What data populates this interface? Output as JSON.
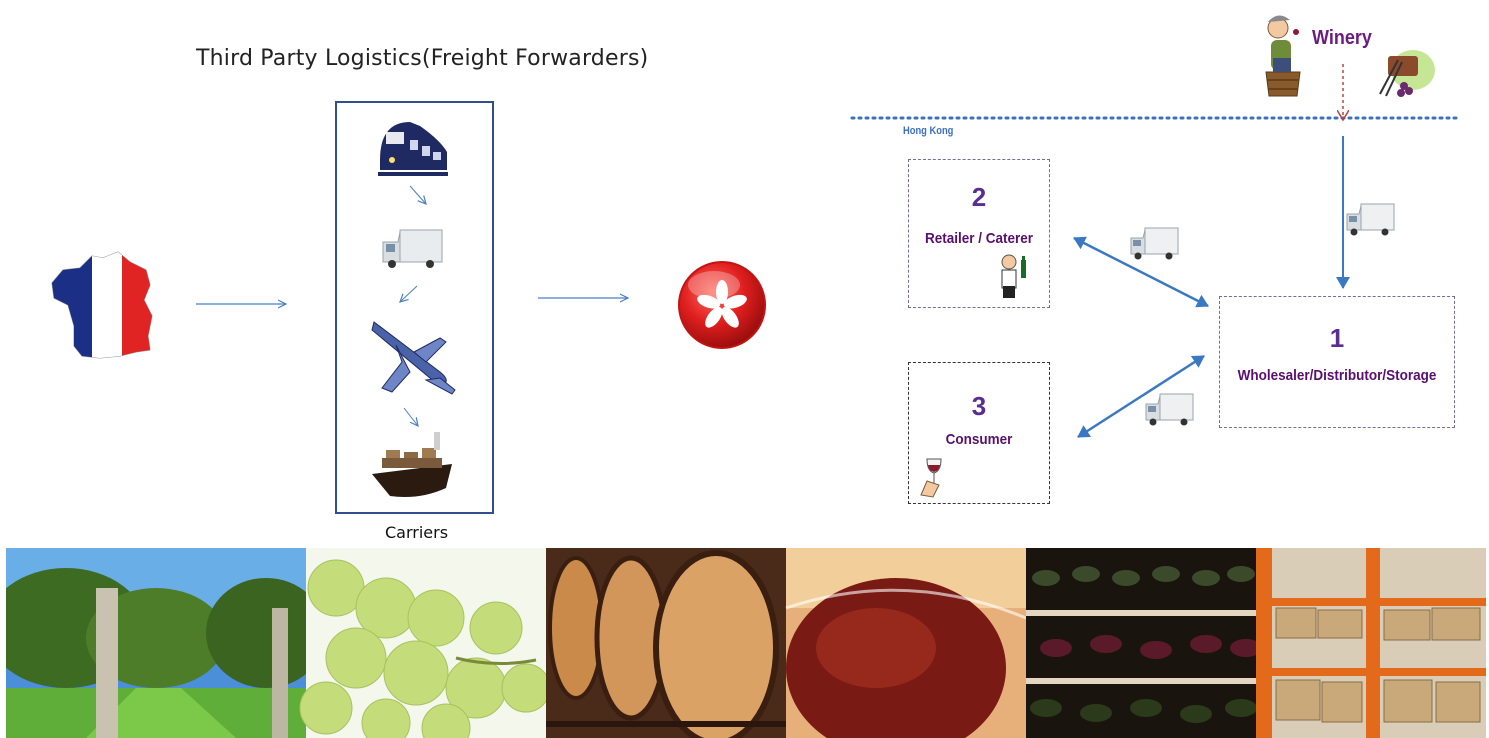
{
  "title": "Third Party Logistics(Freight Forwarders)",
  "carriers": {
    "label": "Carriers",
    "items": [
      "train",
      "truck",
      "airplane",
      "cargo-ship"
    ]
  },
  "origin": {
    "icon": "france-flag-map"
  },
  "destination": {
    "icon": "hong-kong-emblem"
  },
  "region_label": "Hong Kong",
  "winery_label": "Winery",
  "nodes": [
    {
      "number": "1",
      "label": "Wholesaler/Distributor/Storage"
    },
    {
      "number": "2",
      "label": "Retailer / Caterer"
    },
    {
      "number": "3",
      "label": "Consumer"
    }
  ],
  "photos": [
    "vineyard",
    "grapes",
    "barrels",
    "wine-glass",
    "bottle-rack",
    "warehouse"
  ],
  "colors": {
    "accent_purple": "#5a2d91",
    "label_purple": "#5a0f6e",
    "arrow_blue": "#3b78c3",
    "border_navy": "#2f4f8f"
  }
}
